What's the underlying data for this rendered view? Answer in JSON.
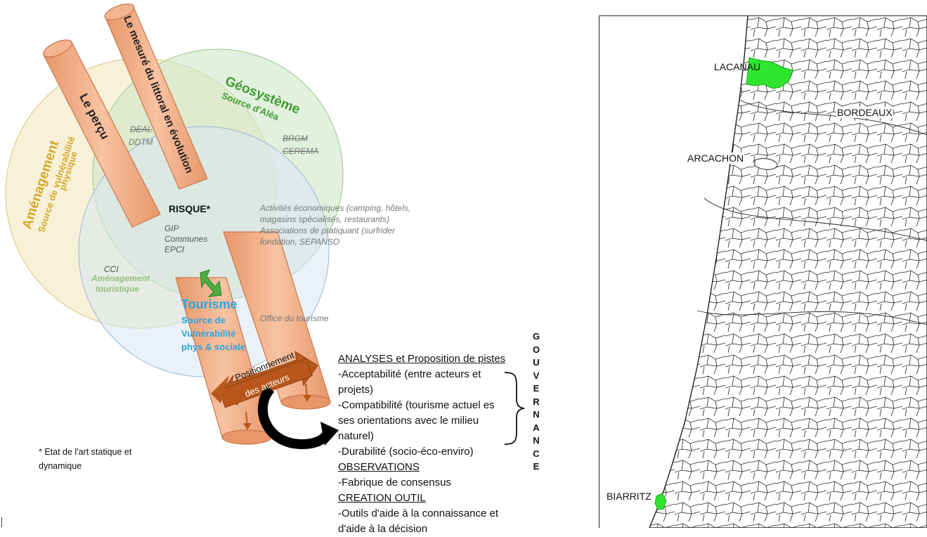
{
  "diagram": {
    "circles": {
      "amenagement": {
        "title": "Aménagement",
        "subtitle_1": "Source de vulnérabilité",
        "subtitle_2": "physique",
        "color": "#f3e6b8"
      },
      "geosysteme": {
        "title": "Géosystème",
        "subtitle": "Source d'Aléa",
        "color": "#cfe6c8"
      },
      "tourisme": {
        "title": "Tourisme",
        "subtitle_1": "Source de",
        "subtitle_2": "Vulnérabilité",
        "subtitle_3": "phys & sociale",
        "color": "#d8e6f3"
      }
    },
    "pipes": {
      "percu": "Le perçu",
      "mesure": "Le mesuré du littoral en évolution",
      "positionnement_1": "Positionnement",
      "positionnement_2": "des acteurs"
    },
    "center": {
      "risque": "RISQUE*"
    },
    "actors": {
      "deal": "DEAL",
      "ddtm": "DDTM",
      "brgm": "BRGM",
      "cerema": "CEREMA",
      "gip": "GIP",
      "communes": "Communes",
      "epci": "EPCI",
      "cci": "CCI",
      "amenagement_touristique_1": "Aménagement",
      "amenagement_touristique_2": "touristique",
      "office_tourisme": "Office du tourisme",
      "activites_1": "Activités économiques (camping, hôtels,",
      "activites_2": "magasins spécialisés, restaurants)",
      "activites_3": "Associations de pratiquant (surfrider",
      "activites_4": "fondation, SEPANSO"
    },
    "footnote_1": "* Etat de l'art statique et",
    "footnote_2": "dynamique",
    "analyses": {
      "heading": "ANALYSES et Proposition de pistes",
      "lines": [
        "-Acceptabilité (entre acteurs et",
        "projets)",
        "-Compatibilité (tourisme actuel es",
        "ses orientations avec le milieu",
        "naturel)",
        "-Durabilité  (socio-éco-enviro)"
      ],
      "observations_heading": "OBSERVATIONS",
      "observations_lines": [
        "-Fabrique de consensus"
      ],
      "creation_heading": "CREATION OUTIL",
      "creation_lines": [
        "-Outils d'aide à la connaissance et",
        "d'aide à la décision"
      ]
    },
    "gouvernance_letters": [
      "G",
      "O",
      "U",
      "V",
      "E",
      "R",
      "N",
      "A",
      "N",
      "C",
      "E"
    ]
  },
  "map": {
    "labels": {
      "lacanau": "LACANAU",
      "bordeaux": "BORDEAUX",
      "arcachon": "ARCACHON",
      "biarritz": "BIARRITZ"
    },
    "highlight_color": "#2ee62e"
  }
}
